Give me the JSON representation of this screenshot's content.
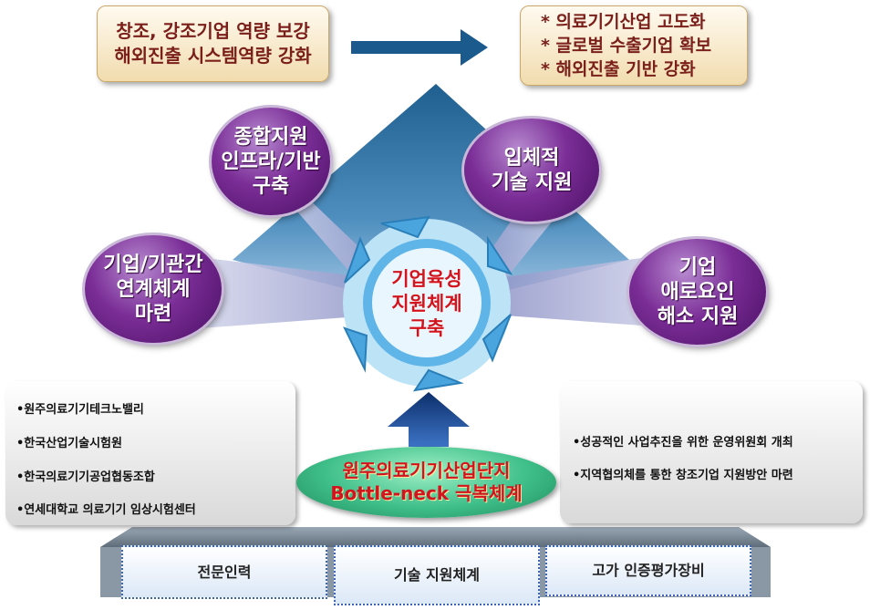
{
  "goals": {
    "left": [
      "창조, 강조기업 역량 보강",
      "해외진출 시스템역량 강화"
    ],
    "right": [
      "* 의료기기산업 고도화",
      "* 글로벌 수출기업 확보",
      "* 해외진출 기반 강화"
    ]
  },
  "circles": {
    "c1": [
      "종합지원",
      "인프라/기반",
      "구축"
    ],
    "c2": [
      "입체적",
      "기술 지원"
    ],
    "c3": [
      "기업/기관간",
      "연계체계",
      "마련"
    ],
    "c4": [
      "기업",
      "애로요인",
      "해소 지원"
    ]
  },
  "center": [
    "기업육성",
    "지원체계",
    "구축"
  ],
  "left_panel": [
    "•원주의료기기테크노밸리",
    "•한국산업기술시험원",
    "•한국의료기기공업협동조합",
    "•연세대학교 의료기기 임상시험센터"
  ],
  "right_panel": [
    "•성공적인 사업추진을 위한 운영위원회 개최",
    "•지역협의체를 통한 창조기업 지원방안 마련"
  ],
  "bottleneck": [
    "원주의료기기산업단지",
    "Bottle-neck 극복체계"
  ],
  "bottom_tabs": [
    "전문인력",
    "기술 지원체계",
    "고가 인증평가장비"
  ],
  "colors": {
    "circle": "#7a2d96",
    "cycle": "#5fb4e8",
    "arrow": "#1b4d7a",
    "oval": "#3fbf8a",
    "goal_text": "#7a1f1a"
  }
}
